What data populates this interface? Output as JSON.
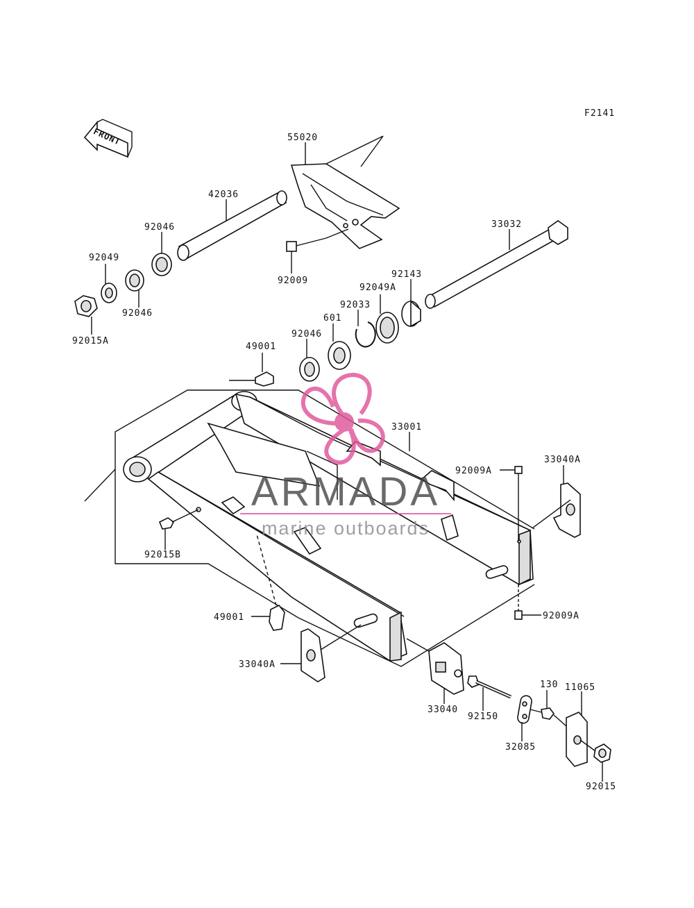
{
  "diagram": {
    "figure_code": "F2141",
    "front_badge": "FRONT",
    "labels": {
      "p55020": "55020",
      "p42036": "42036",
      "p92046_top": "92046",
      "p92049": "92049",
      "p92046_mid": "92046",
      "p92015a": "92015A",
      "p92009": "92009",
      "p33032": "33032",
      "p92143": "92143",
      "p92049a": "92049A",
      "p92033": "92033",
      "p601": "601",
      "p92046_low": "92046",
      "p49001_top": "49001",
      "p33001": "33001",
      "p92009a_top": "92009A",
      "p33040a_right": "33040A",
      "p92015b": "92015B",
      "p92009a_bot": "92009A",
      "p49001_bot": "49001",
      "p33040a_left": "33040A",
      "p33040": "33040",
      "p92150": "92150",
      "p130": "130",
      "p11065": "11065",
      "p32085": "32085",
      "p92015": "92015"
    }
  },
  "watermark": {
    "brand": "ARMADA",
    "tagline": "marine outboards",
    "color": "#e0559a"
  }
}
